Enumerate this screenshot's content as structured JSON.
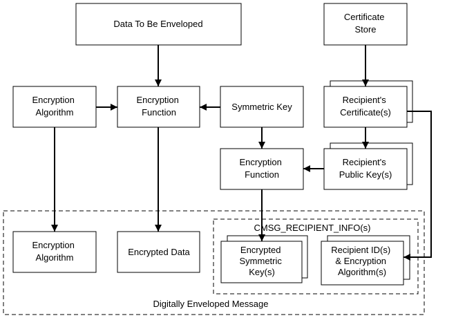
{
  "diagram": {
    "nodes": {
      "data_to_be_enveloped": [
        "Data To Be Enveloped"
      ],
      "certificate_store": [
        "Certificate",
        "Store"
      ],
      "encryption_algorithm_input": [
        "Encryption",
        "Algorithm"
      ],
      "encryption_function_data": [
        "Encryption",
        "Function"
      ],
      "symmetric_key": [
        "Symmetric Key"
      ],
      "recipients_certificates": [
        "Recipient's",
        "Certificate(s)"
      ],
      "encryption_function_key": [
        "Encryption",
        "Function"
      ],
      "recipients_public_keys": [
        "Recipient's",
        "Public Key(s)"
      ],
      "encryption_algorithm_output": [
        "Encryption",
        "Algorithm"
      ],
      "encrypted_data": [
        "Encrypted Data"
      ],
      "encrypted_symmetric_keys": [
        "Encrypted",
        "Symmetric",
        "Key(s)"
      ],
      "recipient_id_encryption_algorithms": [
        "Recipient ID(s)",
        "& Encryption",
        "Algorithm(s)"
      ]
    },
    "groups": {
      "recipient_info": "CMSG_RECIPIENT_INFO(s)",
      "digitally_enveloped_message": "Digitally Enveloped Message"
    }
  }
}
